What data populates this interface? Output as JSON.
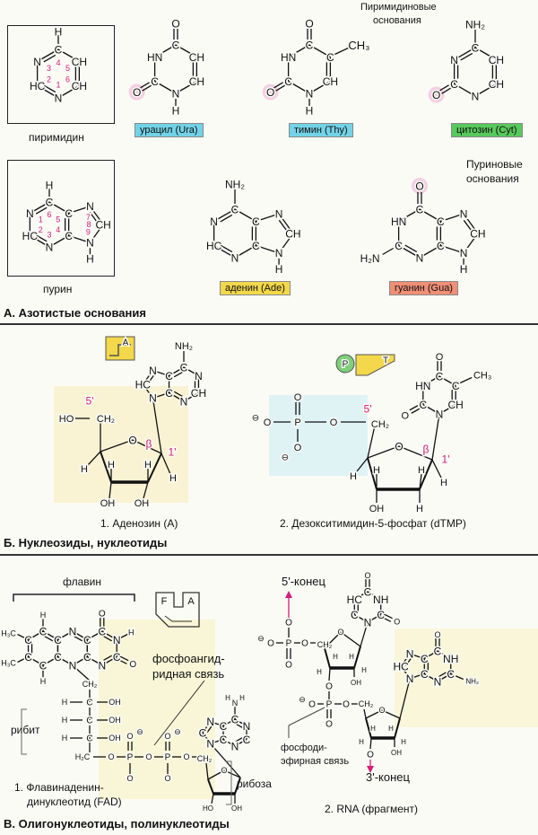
{
  "section_a": {
    "title": "А. Азотистые основания",
    "pyrimidine_label": "пиримидин",
    "purine_label": "пурин",
    "pyrimidine_bases_label": [
      "Пиримидиновые",
      "основания"
    ],
    "purine_bases_label": [
      "Пуриновые",
      "основания"
    ],
    "badges": [
      {
        "label": "урацил (Ura)",
        "color": "#72d3e8"
      },
      {
        "label": "тимин (Thy)",
        "color": "#72d3e8"
      },
      {
        "label": "цитозин (Cyt)",
        "color": "#58c95c"
      },
      {
        "label": "аденин (Ade)",
        "color": "#f2d84a"
      },
      {
        "label": "гуанин (Gua)",
        "color": "#ef8f76"
      }
    ]
  },
  "section_b": {
    "title": "Б. Нуклеозиды, нуклеотиды",
    "adenosine_caption": "1. Аденозин (А)",
    "dtmp_caption": "2. Дезокситимидин-5-фосфат (dTMP)",
    "adenosine_icon_letter": "A",
    "dtmp_icon_letters": [
      "P",
      "T"
    ],
    "accent_color": "#d81b76"
  },
  "section_c": {
    "title": "В. Олигонуклеотиды, полинуклеотиды",
    "flavin_label": "флавин",
    "ribitol_label": "рибит",
    "ribose_label": "рибоза",
    "phosphoanhydride_label": [
      "фосфоангид-",
      "ридная связь"
    ],
    "phosphodiester_label": [
      "фосфоди-",
      "эфирная связь"
    ],
    "fad_caption": [
      "1. Флавинаденин-",
      "динуклеотид (FAD)"
    ],
    "rna_caption": "2. RNA (фрагмент)",
    "five_prime_end": "5'-конец",
    "three_prime_end": "3'-конец",
    "fad_icon_letters": [
      "F",
      "A"
    ]
  }
}
